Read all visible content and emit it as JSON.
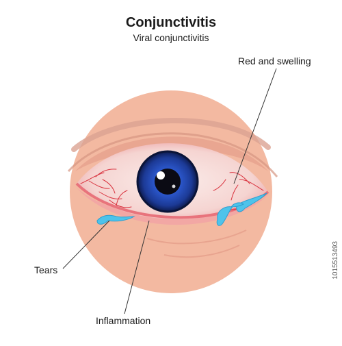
{
  "header": {
    "title": "Conjunctivitis",
    "subtitle": "Viral conjunctivitis"
  },
  "labels": {
    "red_and_swelling": "Red and swelling",
    "tears": "Tears",
    "inflammation": "Inflammation"
  },
  "stock_id": "1015513493",
  "colors": {
    "skin": "#f3b9a1",
    "eyelid_shadow": "#e29b87",
    "sclera": "#f6dcda",
    "inflamed_rim": "#f08f93",
    "iris": "#1f3f9c",
    "pupil": "#0b0b14",
    "tear": "#4ec3ea",
    "leader_line": "#333333"
  }
}
